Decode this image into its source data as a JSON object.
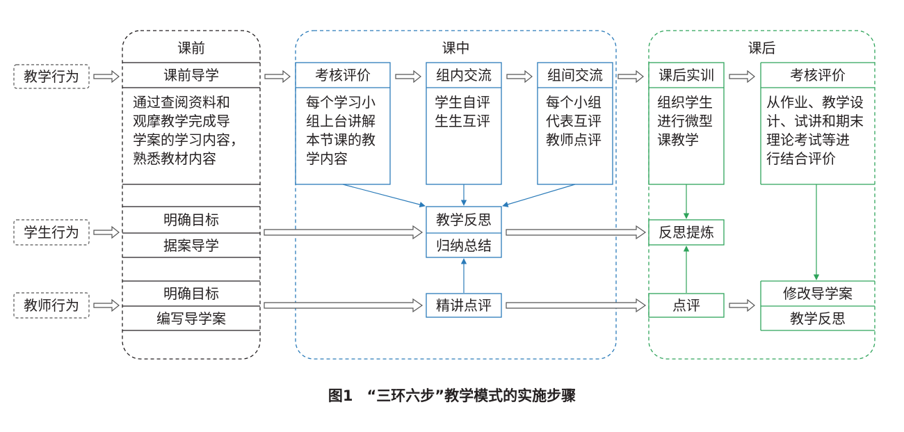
{
  "caption": {
    "label": "图1",
    "text": "“三环六步”教学模式的实施步骤"
  },
  "row_labels": {
    "teaching": "教学行为",
    "student": "学生行为",
    "teacher": "教师行为"
  },
  "pre_class": {
    "title": "课前",
    "step": "课前导学",
    "step_text": "通过查阅资料和\n观摩教学完成导\n学案的学习内容，\n熟悉教材内容",
    "student": [
      "明确目标",
      "据案导学"
    ],
    "teacher": [
      "明确目标",
      "编写导学案"
    ]
  },
  "in_class": {
    "title": "课中",
    "steps": [
      {
        "title": "考核评价",
        "text": "每个学习小\n组上台讲解\n本节课的教\n学内容"
      },
      {
        "title": "组内交流",
        "text": "学生自评\n生生互评"
      },
      {
        "title": "组间交流",
        "text": "每个小组\n代表互评\n教师点评"
      }
    ],
    "student": [
      "教学反思",
      "归纳总结"
    ],
    "teacher": "精讲点评"
  },
  "post_class": {
    "title": "课后",
    "steps": [
      {
        "title": "课后实训",
        "text": "组织学生\n进行微型\n课教学"
      },
      {
        "title": "考核评价",
        "text": "从作业、教学设\n计、试讲和期末\n理论考试等进\n行结合评价"
      }
    ],
    "student": "反思提炼",
    "teacher": "点评",
    "teacher_revise": [
      "修改导学案",
      "教学反思"
    ]
  },
  "colors": {
    "pre": "#231f20",
    "in": "#2b7bb9",
    "post": "#2ea35a",
    "label": "#555555"
  }
}
